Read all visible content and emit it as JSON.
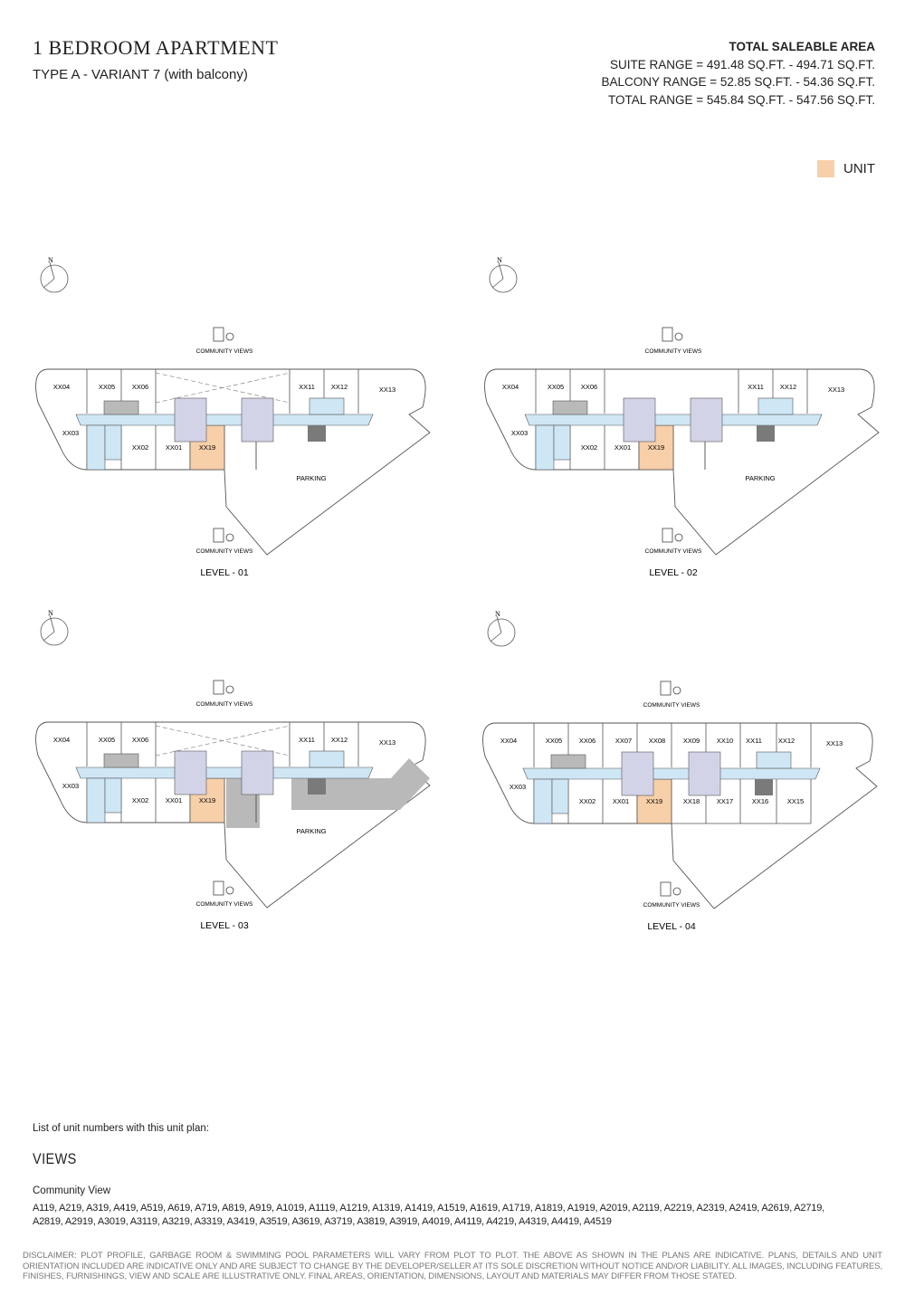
{
  "header": {
    "title": "1 BEDROOM APARTMENT",
    "subtitle": "TYPE A - VARIANT 7 (with balcony)"
  },
  "area": {
    "heading": "TOTAL SALEABLE AREA",
    "suite": "SUITE RANGE = 491.48 SQ.FT. - 494.71 SQ.FT.",
    "balcony": "BALCONY RANGE = 52.85 SQ.FT. - 54.36 SQ.FT.",
    "total": "TOTAL RANGE = 545.84 SQ.FT. - 547.56 SQ.FT."
  },
  "legend": {
    "label": "UNIT",
    "color": "#f7cfa8"
  },
  "colors": {
    "unit": "#f7cfa8",
    "corridor": "#cfe6f5",
    "core": "#d3d3e8",
    "gray": "#b9b9b9",
    "dark": "#7a7a7a"
  },
  "plans": [
    {
      "level": "LEVEL - 01",
      "variant": "crossed",
      "views_top": "COMMUNITY VIEWS",
      "views_bottom": "COMMUNITY VIEWS",
      "compass": "N",
      "parking": "PARKING",
      "units": [
        "XX04",
        "XX05",
        "XX06",
        "XX11",
        "XX12",
        "XX13",
        "XX03",
        "XX02",
        "XX01",
        "XX19"
      ],
      "highlight": "XX19"
    },
    {
      "level": "LEVEL - 02",
      "variant": "open",
      "views_top": "COMMUNITY VIEWS",
      "views_bottom": "COMMUNITY VIEWS",
      "compass": "N",
      "parking": "PARKING",
      "units": [
        "XX04",
        "XX05",
        "XX06",
        "XX11",
        "XX12",
        "XX13",
        "XX03",
        "XX02",
        "XX01",
        "XX19"
      ],
      "highlight": "XX19"
    },
    {
      "level": "LEVEL - 03",
      "variant": "crossed-gray",
      "views_top": "COMMUNITY VIEWS",
      "views_bottom": "COMMUNITY VIEWS",
      "compass": "N",
      "parking": "PARKING",
      "units": [
        "XX04",
        "XX05",
        "XX06",
        "XX11",
        "XX12",
        "XX13",
        "XX03",
        "XX02",
        "XX01",
        "XX19"
      ],
      "highlight": "XX19"
    },
    {
      "level": "LEVEL - 04",
      "variant": "full",
      "views_top": "COMMUNITY VIEWS",
      "views_bottom": "COMMUNITY VIEWS",
      "compass": "N",
      "parking": "",
      "units": [
        "XX04",
        "XX05",
        "XX06",
        "XX07",
        "XX08",
        "XX09",
        "XX10",
        "XX11",
        "XX12",
        "XX13",
        "XX03",
        "XX02",
        "XX01",
        "XX19",
        "XX18",
        "XX17",
        "XX16",
        "XX15"
      ],
      "highlight": "XX19"
    }
  ],
  "list": {
    "label": "List of unit numbers with this unit plan:",
    "views_heading": "VIEWS",
    "community_heading": "Community View",
    "units": "A119, A219, A319, A419, A519, A619, A719, A819, A919, A1019, A1119, A1219, A1319, A1419, A1519, A1619, A1719, A1819, A1919, A2019, A2119, A2219, A2319, A2419, A2619, A2719, A2819, A2919, A3019, A3119, A3219, A3319, A3419, A3519, A3619, A3719, A3819, A3919, A4019, A4119, A4219, A4319, A4419, A4519"
  },
  "disclaimer": "DISCLAIMER: PLOT PROFILE, GARBAGE ROOM & SWIMMING POOL PARAMETERS WILL VARY FROM PLOT TO PLOT. THE ABOVE AS SHOWN IN THE PLANS ARE INDICATIVE. PLANS, DETAILS AND UNIT ORIENTATION INCLUDED ARE INDICATIVE ONLY AND ARE SUBJECT TO CHANGE BY THE DEVELOPER/SELLER AT ITS SOLE DISCRETION WITHOUT NOTICE AND/OR LIABILITY. ALL IMAGES, INCLUDING FEATURES, FINISHES, FURNISHINGS, VIEW AND SCALE ARE ILLUSTRATIVE ONLY. FINAL AREAS, ORIENTATION, DIMENSIONS, LAYOUT AND MATERIALS MAY DIFFER FROM THOSE STATED."
}
